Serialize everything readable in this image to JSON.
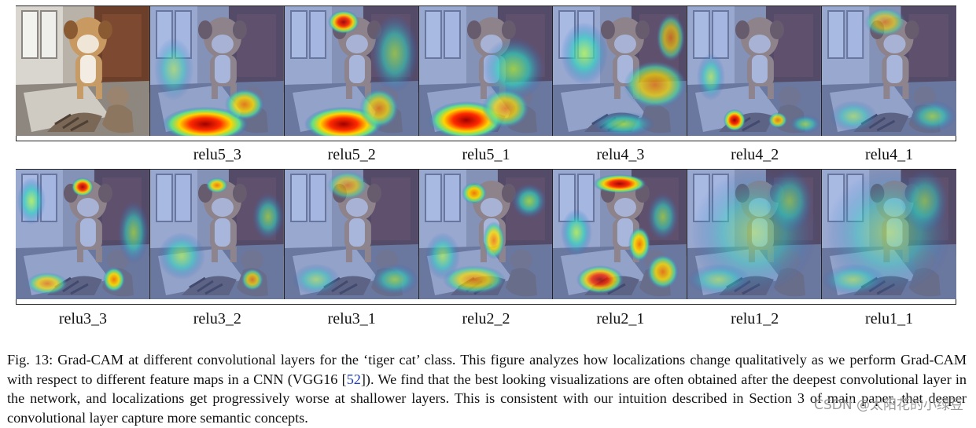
{
  "figure": {
    "rows": [
      {
        "panels": [
          {
            "label": "",
            "heat": "none"
          },
          {
            "label": "relu5_3",
            "heat": "strong-bottom"
          },
          {
            "label": "relu5_2",
            "heat": "strong-bottom-top"
          },
          {
            "label": "relu5_1",
            "heat": "strong-bottom-left"
          },
          {
            "label": "relu4_3",
            "heat": "diffuse"
          },
          {
            "label": "relu4_2",
            "heat": "sparse"
          },
          {
            "label": "relu4_1",
            "heat": "faint"
          }
        ]
      },
      {
        "panels": [
          {
            "label": "relu3_3",
            "heat": "scattered"
          },
          {
            "label": "relu3_2",
            "heat": "scattered-light"
          },
          {
            "label": "relu3_1",
            "heat": "faint"
          },
          {
            "label": "relu2_2",
            "heat": "edges"
          },
          {
            "label": "relu2_1",
            "heat": "edges-strong"
          },
          {
            "label": "relu1_2",
            "heat": "uniform"
          },
          {
            "label": "relu1_1",
            "heat": "uniform"
          }
        ]
      }
    ]
  },
  "caption": {
    "before_ref": "Fig. 13: Grad-CAM at different convolutional layers for the ‘tiger cat’ class. This figure analyzes how localizations change qualitatively as we perform Grad-CAM with respect to different feature maps in a CNN (VGG16 [",
    "ref": "52",
    "after_ref": "]). We find that the best looking visualizations are often obtained after the deepest convolutional layer in the network, and localizations get progressively worse at shallower layers. This is consistent with our intuition described in Section 3 of main paper, that deeper convolutional layer capture more semantic concepts."
  },
  "watermark": "CSDN @太阳花的小绿豆"
}
